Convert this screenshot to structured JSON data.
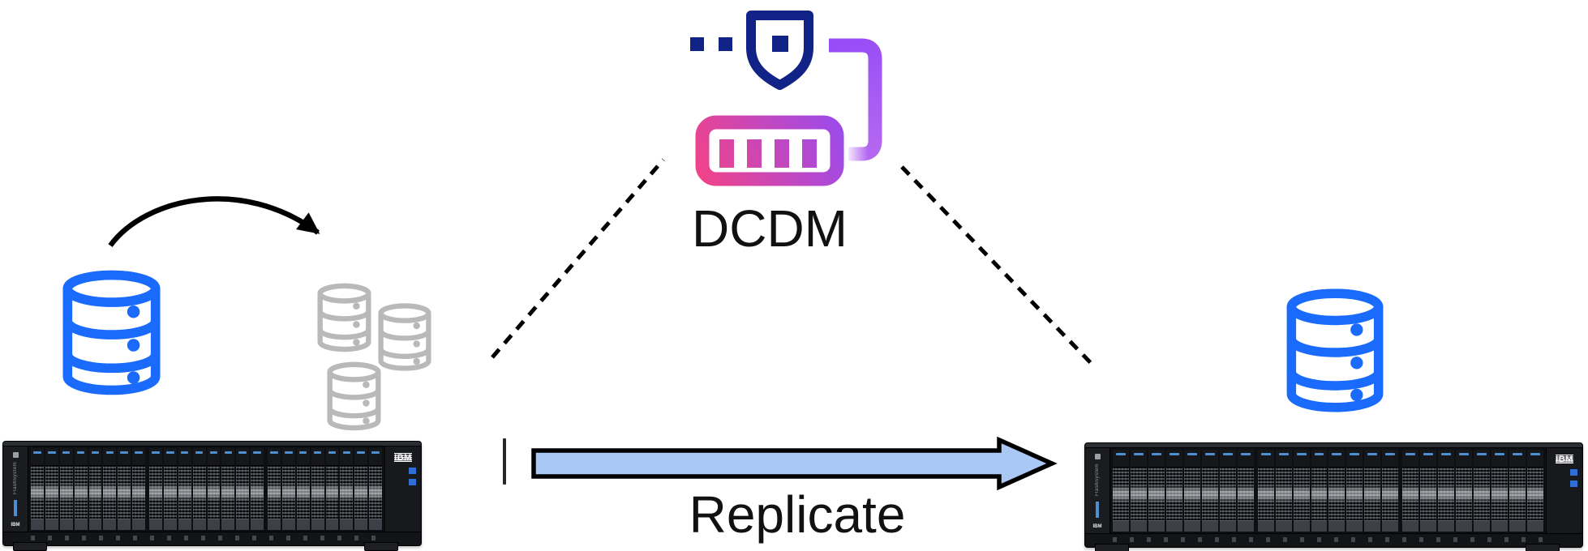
{
  "diagram": {
    "dcdm_label": "DCDM",
    "replicate_label": "Replicate",
    "rack": {
      "brand_label": "IBM",
      "model_label": "FlashSystem",
      "drive_groups": 3,
      "drives_per_group": 8
    },
    "icons": {
      "source-database-icon": "blue database cylinder",
      "copy-database-cluster-icon": "three gray database cylinders",
      "replica-database-icon": "blue database cylinder",
      "dcdm-shield-icon": "navy shield with square keyhole and dotted lead-in",
      "dcdm-server-icon": "pink-purple gradient server module with four slots",
      "dcdm-connector-bracket": "purple bracket linking shield to server",
      "copy-curved-arrow": "black curved arrow from source database to copies",
      "replicate-block-arrow": "light-blue block arrow outlined in black",
      "dashed-connector-left": "black dashed diagonal line",
      "dashed-connector-right": "black dashed diagonal line",
      "ibm-logo": "white IBM wordmark on rack bezel"
    }
  },
  "colors": {
    "blue": "#1A6BFC",
    "gray": "#B9B9B9",
    "navy": "#122387",
    "pink_start": "#F04389",
    "pink_end": "#9C4BEB",
    "bracket_start": "#964BF7",
    "bracket_end": "#B468F0",
    "arrow_fill": "#A9C8F4",
    "line_black": "#000000",
    "led_blue": "#4E8FD0"
  }
}
